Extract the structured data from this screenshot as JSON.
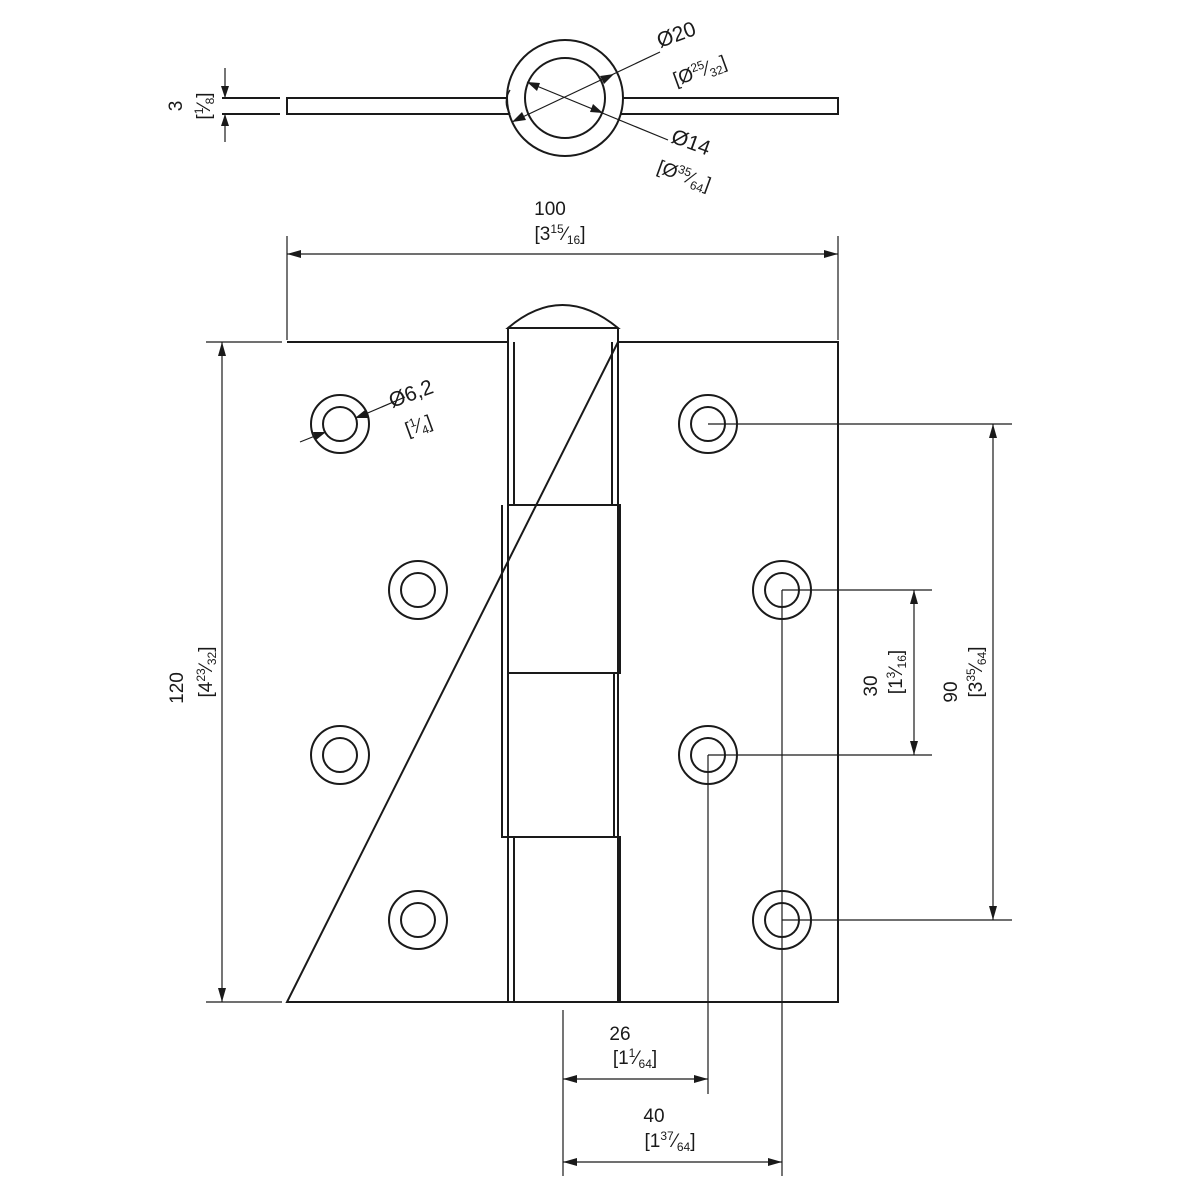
{
  "colors": {
    "line": "#1a1a1a",
    "background": "#ffffff"
  },
  "dimensions": {
    "thickness": {
      "mm": "3",
      "inch_open": "[",
      "inch_num": "1",
      "inch_den": "8",
      "inch_close": "]"
    },
    "pin_outer": {
      "mm": "Ø20",
      "inch_open": "[Ø",
      "inch_num": "25",
      "inch_den": "32",
      "inch_close": "]"
    },
    "pin_inner": {
      "mm": "Ø14",
      "inch_open": "[Ø",
      "inch_num": "35",
      "inch_den": "64",
      "inch_close": "]"
    },
    "width": {
      "mm": "100",
      "inch_open": "[3",
      "inch_num": "15",
      "inch_den": "16",
      "inch_close": "]"
    },
    "height": {
      "mm": "120",
      "inch_open": "[4",
      "inch_num": "23",
      "inch_den": "32",
      "inch_close": "]"
    },
    "hole": {
      "mm": "Ø6,2",
      "inch_open": "[",
      "inch_num": "1",
      "inch_den": "4",
      "inch_close": "]"
    },
    "pitch_small": {
      "mm": "30",
      "inch_open": "[1",
      "inch_num": "3",
      "inch_den": "16",
      "inch_close": "]"
    },
    "pitch_large": {
      "mm": "90",
      "inch_open": "[3",
      "inch_num": "35",
      "inch_den": "64",
      "inch_close": "]"
    },
    "offset_26": {
      "mm": "26",
      "inch_open": "[1",
      "inch_num": "1",
      "inch_den": "64",
      "inch_close": "]"
    },
    "offset_40": {
      "mm": "40",
      "inch_open": "[1",
      "inch_num": "37",
      "inch_den": "64",
      "inch_close": "]"
    }
  }
}
